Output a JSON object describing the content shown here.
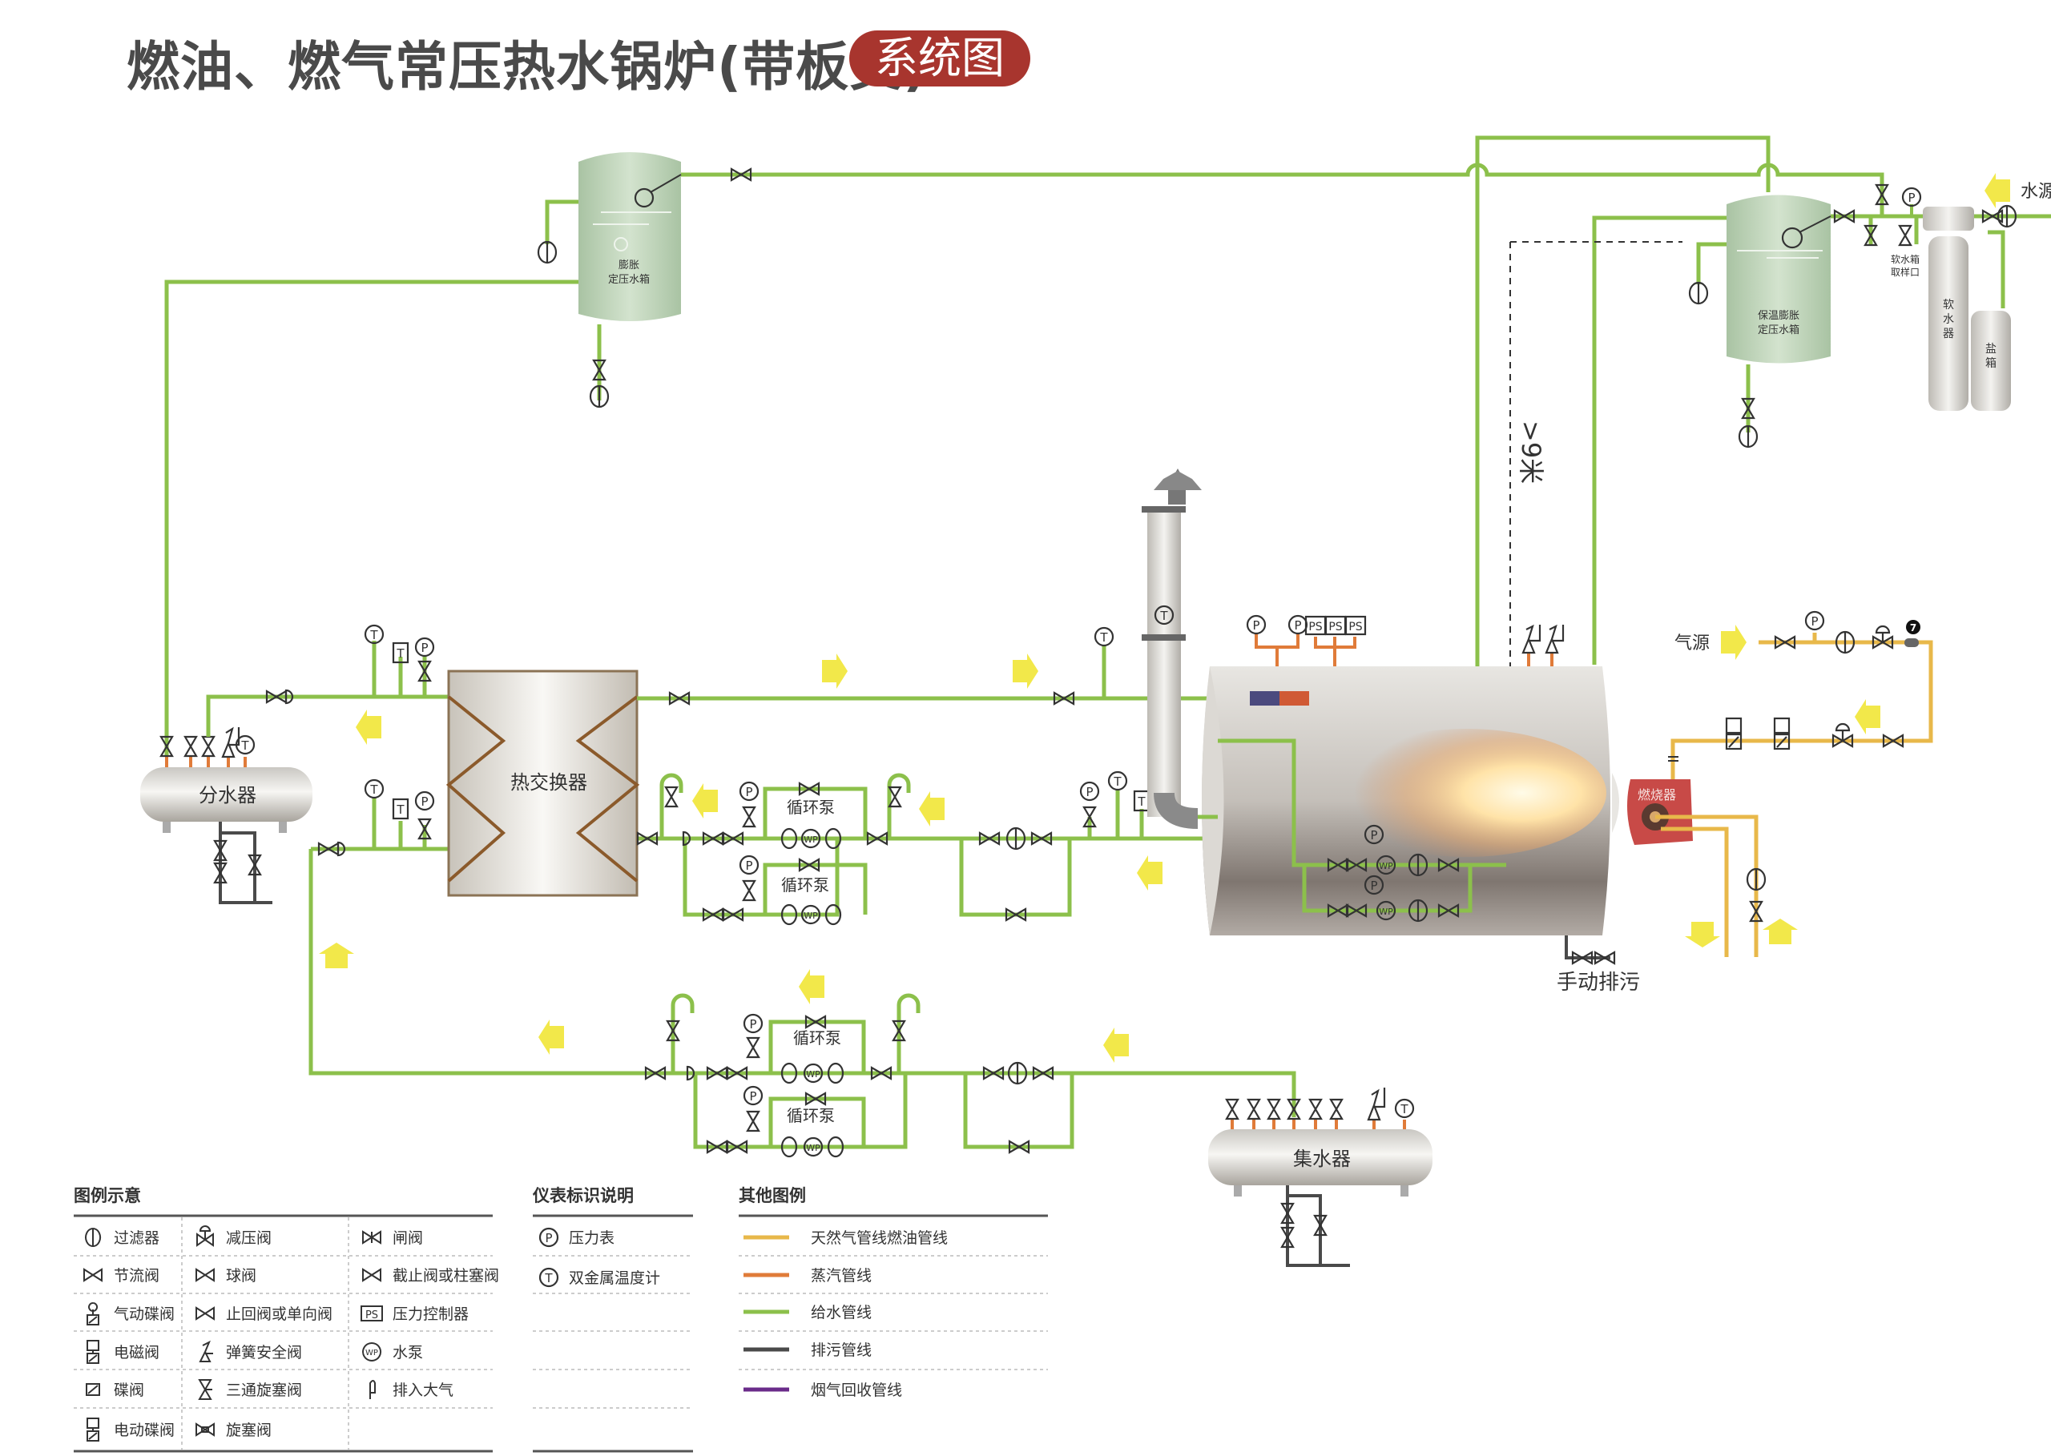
{
  "header": {
    "title": "燃油、燃气常压热水锅炉(带板交)",
    "badge": "系统图",
    "badge_color": "#a8352e"
  },
  "equipment": {
    "expansion_tank_1": "膨胀\n定压水箱",
    "expansion_tank_1_lines": [
      "膨胀",
      "定压水箱"
    ],
    "expansion_tank_2_lines": [
      "保温膨胀",
      "定压水箱"
    ],
    "softener_lines": [
      "软",
      "水",
      "器"
    ],
    "salt_box_lines": [
      "盐",
      "箱"
    ],
    "sample_port_lines": [
      "软水箱",
      "取样口"
    ],
    "water_source": "水源",
    "gas_source": "气源",
    "distributor": "分水器",
    "collector": "集水器",
    "heat_exchanger": "热交换器",
    "pump": "循环泵",
    "burner": "燃烧器",
    "manual_blowdown": "手动排污",
    "height_note": ">9米",
    "pressure_gauge_glyph": "P",
    "thermometer_glyph": "T",
    "pressure_switch_glyph": "PS",
    "pump_glyph": "WP",
    "gas_counter_badge": "7"
  },
  "legend": {
    "symbols": {
      "title": "图例示意",
      "items": [
        {
          "icon": "filter-icon",
          "label": "过滤器"
        },
        {
          "icon": "pressure-reducing-valve-icon",
          "label": "减压阀"
        },
        {
          "icon": "gate-valve-icon",
          "label": "闸阀"
        },
        {
          "icon": "throttle-valve-icon",
          "label": "节流阀"
        },
        {
          "icon": "ball-valve-icon",
          "label": "球阀"
        },
        {
          "icon": "globe-valve-icon",
          "label": "截止阀或柱塞阀"
        },
        {
          "icon": "pneumatic-butterfly-valve-icon",
          "label": "气动碟阀"
        },
        {
          "icon": "check-valve-icon",
          "label": "止回阀或单向阀"
        },
        {
          "icon": "pressure-controller-icon",
          "label": "压力控制器"
        },
        {
          "icon": "solenoid-valve-icon",
          "label": "电磁阀"
        },
        {
          "icon": "spring-safety-valve-icon",
          "label": "弹簧安全阀"
        },
        {
          "icon": "water-pump-icon",
          "label": "水泵"
        },
        {
          "icon": "butterfly-valve-icon",
          "label": "碟阀"
        },
        {
          "icon": "three-way-plug-valve-icon",
          "label": "三通旋塞阀"
        },
        {
          "icon": "vent-to-atmosphere-icon",
          "label": "排入大气"
        },
        {
          "icon": "electric-butterfly-valve-icon",
          "label": "电动碟阀"
        },
        {
          "icon": "plug-valve-icon",
          "label": "旋塞阀"
        }
      ]
    },
    "instruments": {
      "title": "仪表标识说明",
      "items": [
        {
          "icon": "pressure-gauge-icon",
          "glyph": "P",
          "label": "压力表"
        },
        {
          "icon": "thermometer-icon",
          "glyph": "T",
          "label": "双金属温度计"
        }
      ]
    },
    "lines": {
      "title": "其他图例",
      "items": [
        {
          "label": "天然气管线燃油管线",
          "color": "#e8b84a"
        },
        {
          "label": "蒸汽管线",
          "color": "#e07b39"
        },
        {
          "label": "给水管线",
          "color": "#8cc04b"
        },
        {
          "label": "排污管线",
          "color": "#4a4a4a"
        },
        {
          "label": "烟气回收管线",
          "color": "#6a2b8a"
        }
      ]
    }
  },
  "colors": {
    "water_pipe": "#8cc04b",
    "gas_pipe": "#e8b84a",
    "steam_pipe": "#e07b39",
    "drain_pipe": "#4a4a4a",
    "flow_arrow": "#f2e84a",
    "tank_green": "#c5d9bf"
  }
}
